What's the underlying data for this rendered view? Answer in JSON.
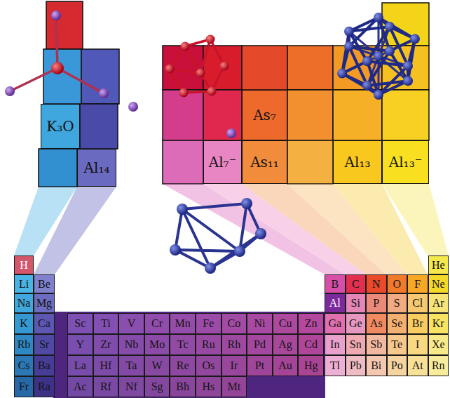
{
  "diagram": {
    "nodes": [
      {
        "text": [
          "K₃O"
        ]
      },
      {
        "text": [
          "As₇"
        ]
      },
      {
        "text": [
          "Al₁₄"
        ]
      },
      {
        "text": [
          "Al₇⁻"
        ]
      },
      {
        "text": [
          "As₁₁"
        ]
      },
      {
        "text": [
          "Al₁₃"
        ]
      },
      {
        "text": [
          "Al₁₃⁻"
        ]
      },
      {
        "text": [
          "H"
        ]
      },
      {
        "text": [
          "He"
        ]
      },
      {
        "text": [
          "Li"
        ]
      },
      {
        "text": [
          "Be"
        ]
      },
      {
        "text": [
          "B"
        ]
      },
      {
        "text": [
          "C"
        ]
      },
      {
        "text": [
          "N"
        ]
      },
      {
        "text": [
          "O"
        ]
      },
      {
        "text": [
          "F"
        ]
      },
      {
        "text": [
          "Ne"
        ]
      },
      {
        "text": [
          "Na"
        ]
      },
      {
        "text": [
          "Mg"
        ]
      },
      {
        "text": [
          "Al"
        ]
      },
      {
        "text": [
          "Si"
        ]
      },
      {
        "text": [
          "P"
        ]
      },
      {
        "text": [
          "S"
        ]
      },
      {
        "text": [
          "Cl"
        ]
      },
      {
        "text": [
          "Ar"
        ]
      },
      {
        "text": [
          "K"
        ]
      },
      {
        "text": [
          "Ca"
        ]
      },
      {
        "text": [
          "Sc"
        ]
      },
      {
        "text": [
          "Ti"
        ]
      },
      {
        "text": [
          "V"
        ]
      },
      {
        "text": [
          "Cr"
        ]
      },
      {
        "text": [
          "Mn"
        ]
      },
      {
        "text": [
          "Fe"
        ]
      },
      {
        "text": [
          "Co"
        ]
      },
      {
        "text": [
          "Ni"
        ]
      },
      {
        "text": [
          "Cu"
        ]
      },
      {
        "text": [
          "Zn"
        ]
      },
      {
        "text": [
          "Ga"
        ]
      },
      {
        "text": [
          "Ge"
        ]
      },
      {
        "text": [
          "As"
        ]
      },
      {
        "text": [
          "Se"
        ]
      },
      {
        "text": [
          "Br"
        ]
      },
      {
        "text": [
          "Kr"
        ]
      },
      {
        "text": [
          "Rb"
        ]
      },
      {
        "text": [
          "Sr"
        ]
      },
      {
        "text": [
          "Y"
        ]
      },
      {
        "text": [
          "Zr"
        ]
      },
      {
        "text": [
          "Nb"
        ]
      },
      {
        "text": [
          "Mo"
        ]
      },
      {
        "text": [
          "Tc"
        ]
      },
      {
        "text": [
          "Ru"
        ]
      },
      {
        "text": [
          "Rh"
        ]
      },
      {
        "text": [
          "Pd"
        ]
      },
      {
        "text": [
          "Ag"
        ]
      },
      {
        "text": [
          "Cd"
        ]
      },
      {
        "text": [
          "In"
        ]
      },
      {
        "text": [
          "Sn"
        ]
      },
      {
        "text": [
          "Sb"
        ]
      },
      {
        "text": [
          "Te"
        ]
      },
      {
        "text": [
          "I"
        ]
      },
      {
        "text": [
          "Xe"
        ]
      },
      {
        "text": [
          "Cs"
        ]
      },
      {
        "text": [
          "Ba"
        ]
      },
      {
        "text": [
          "La"
        ]
      },
      {
        "text": [
          "Hf"
        ]
      },
      {
        "text": [
          "Ta"
        ]
      },
      {
        "text": [
          "W"
        ]
      },
      {
        "text": [
          "Re"
        ]
      },
      {
        "text": [
          "Os"
        ]
      },
      {
        "text": [
          "Ir"
        ]
      },
      {
        "text": [
          "Pt"
        ]
      },
      {
        "text": [
          "Au"
        ]
      },
      {
        "text": [
          "Hg"
        ]
      },
      {
        "text": [
          "Tl"
        ]
      },
      {
        "text": [
          "Pb"
        ]
      },
      {
        "text": [
          "Bi"
        ]
      },
      {
        "text": [
          "Po"
        ]
      },
      {
        "text": [
          "At"
        ]
      },
      {
        "text": [
          "Rn"
        ]
      },
      {
        "text": [
          "Fr"
        ]
      },
      {
        "text": [
          "Ra"
        ]
      },
      {
        "text": [
          "Ac"
        ]
      },
      {
        "text": [
          "Rf"
        ]
      },
      {
        "text": [
          "Nf"
        ]
      },
      {
        "text": [
          "Sg"
        ]
      },
      {
        "text": [
          "Bh"
        ]
      },
      {
        "text": [
          "Hs"
        ]
      },
      {
        "text": [
          "Mt"
        ]
      }
    ]
  }
}
